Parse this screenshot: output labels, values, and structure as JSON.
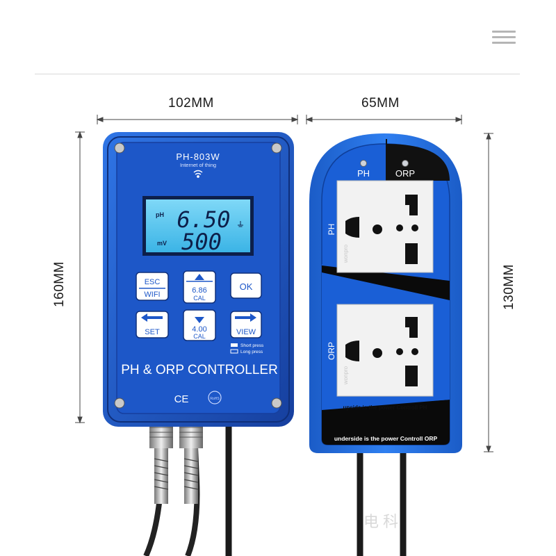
{
  "dimensions": {
    "controller_width": "102MM",
    "socket_width": "65MM",
    "controller_height": "160MM",
    "socket_height": "130MM"
  },
  "controller": {
    "model": "PH-803W",
    "subtitle": "Internet of thing",
    "wifi_icon": "wifi-icon",
    "lcd": {
      "top_unit": "pH",
      "top_value": "6.50",
      "bottom_unit": "mV",
      "bottom_value": "500",
      "color": "#4fc3ee"
    },
    "buttons": {
      "esc": "ESC",
      "wifi": "WIFI",
      "cal1_value": "6.86",
      "cal1_label": "CAL",
      "ok": "OK",
      "set": "SET",
      "cal2_value": "4.00",
      "cal2_label": "CAL",
      "view": "VIEW"
    },
    "legend": {
      "short": "Short press",
      "long": "Long press"
    },
    "name": "PH & ORP CONTROLLER",
    "ce": "CE",
    "rohs": "RoHS",
    "body_color": "#1e5fd0"
  },
  "socket": {
    "ph_label": "PH",
    "orp_label": "ORP",
    "side_ph": "PH",
    "side_orp": "ORP",
    "brand": "wonpro",
    "upper_caption": "upside is the power Controll PH",
    "lower_caption": "underside is the power Controll ORP",
    "body_color": "#1e6ee0"
  },
  "watermark": "电  科"
}
